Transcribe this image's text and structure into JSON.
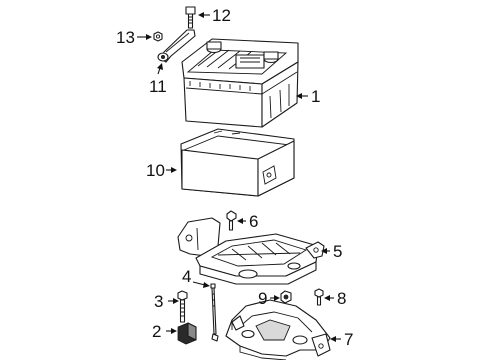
{
  "callouts": [
    {
      "id": "1",
      "label": "1",
      "part": "battery"
    },
    {
      "id": "2",
      "label": "2",
      "part": "insulator"
    },
    {
      "id": "3",
      "label": "3",
      "part": "bolt"
    },
    {
      "id": "4",
      "label": "4",
      "part": "hold-down-rod"
    },
    {
      "id": "5",
      "label": "5",
      "part": "battery-tray"
    },
    {
      "id": "6",
      "label": "6",
      "part": "tray-bolt"
    },
    {
      "id": "7",
      "label": "7",
      "part": "tray-support-bracket"
    },
    {
      "id": "8",
      "label": "8",
      "part": "bracket-bolt"
    },
    {
      "id": "9",
      "label": "9",
      "part": "nut"
    },
    {
      "id": "10",
      "label": "10",
      "part": "battery-box-insulator"
    },
    {
      "id": "11",
      "label": "11",
      "part": "hold-down-clamp"
    },
    {
      "id": "12",
      "label": "12",
      "part": "clamp-bolt"
    },
    {
      "id": "13",
      "label": "13",
      "part": "clamp-nut"
    }
  ]
}
